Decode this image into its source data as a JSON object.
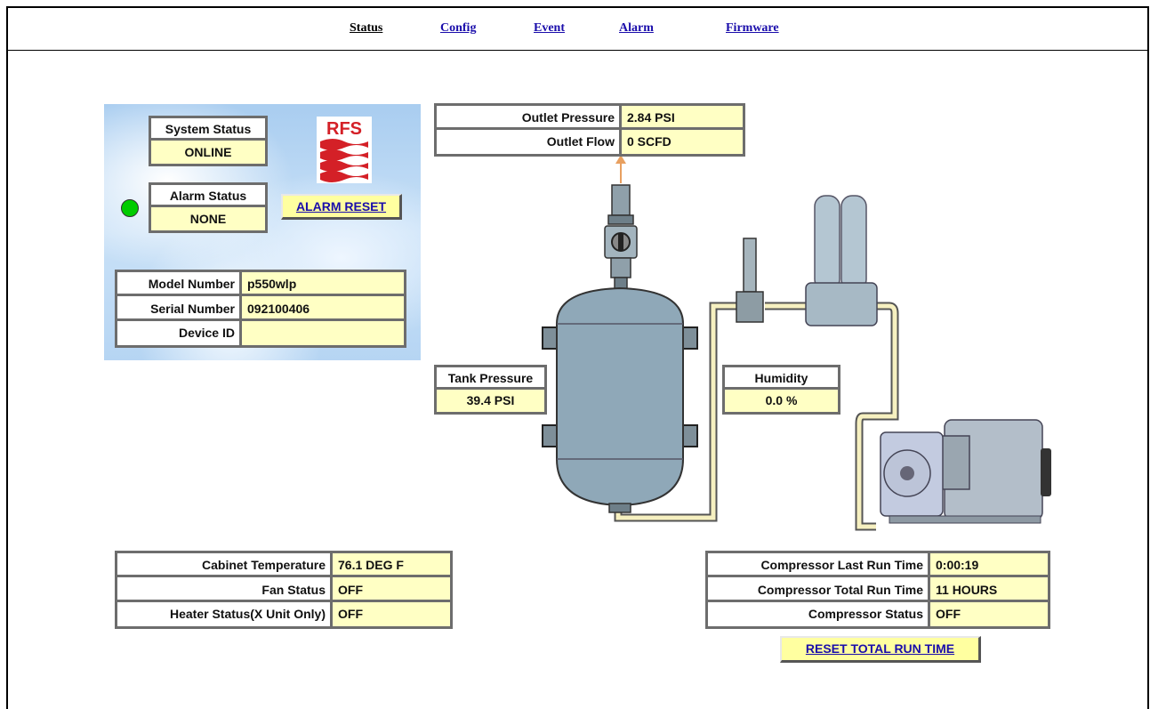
{
  "nav": {
    "items": [
      {
        "label": "Status"
      },
      {
        "label": "Config"
      },
      {
        "label": "Event"
      },
      {
        "label": "Alarm"
      },
      {
        "label": "Firmware"
      }
    ]
  },
  "system": {
    "system_status_label": "System Status",
    "system_status_value": "ONLINE",
    "alarm_status_label": "Alarm Status",
    "alarm_status_value": "NONE",
    "alarm_indicator_color": "#00cc00",
    "alarm_reset_label": "ALARM RESET",
    "logo_text": "RFS",
    "logo_color": "#d42027"
  },
  "device": {
    "model_label": "Model Number",
    "model_value": "p550wlp",
    "serial_label": "Serial Number",
    "serial_value": "092100406",
    "device_id_label": "Device ID",
    "device_id_value": ""
  },
  "outlet": {
    "pressure_label": "Outlet Pressure",
    "pressure_value": "2.84 PSI",
    "flow_label": "Outlet Flow",
    "flow_value": "0 SCFD"
  },
  "tank": {
    "pressure_label": "Tank Pressure",
    "pressure_value": "39.4 PSI"
  },
  "humidity": {
    "label": "Humidity",
    "value": "0.0 %"
  },
  "cabinet": {
    "temp_label": "Cabinet Temperature",
    "temp_value": "76.1 DEG F",
    "fan_label": "Fan Status",
    "fan_value": "OFF",
    "heater_label": "Heater Status(X Unit Only)",
    "heater_value": "OFF"
  },
  "compressor": {
    "last_run_label": "Compressor Last Run Time",
    "last_run_value": "0:00:19",
    "total_run_label": "Compressor Total Run Time",
    "total_run_value": "11 HOURS",
    "status_label": "Compressor Status",
    "status_value": "OFF",
    "reset_label": "RESET TOTAL RUN TIME"
  },
  "colors": {
    "value_bg": "#ffffc4",
    "button_bg": "#ffffa0",
    "link": "#1a0dab",
    "panel_sky": "#b6d5f3",
    "tank_body": "#8fa8b8",
    "pipe": "#f6f0c0"
  }
}
